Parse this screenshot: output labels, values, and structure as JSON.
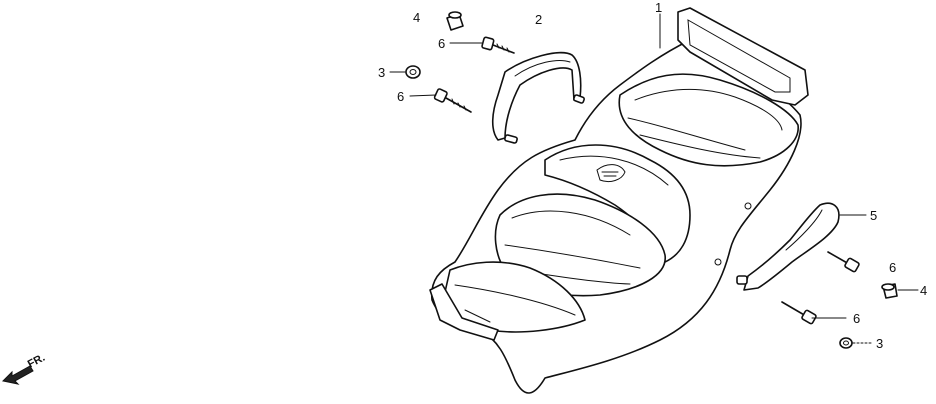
{
  "diagram": {
    "callouts": [
      {
        "id": "c1",
        "label": "1"
      },
      {
        "id": "c2",
        "label": "2"
      },
      {
        "id": "c3a",
        "label": "3"
      },
      {
        "id": "c4a",
        "label": "4"
      },
      {
        "id": "c5",
        "label": "5"
      },
      {
        "id": "c6a",
        "label": "6"
      },
      {
        "id": "c6b",
        "label": "6"
      },
      {
        "id": "c6c",
        "label": "6"
      },
      {
        "id": "c6d",
        "label": "6"
      },
      {
        "id": "c4b",
        "label": "4"
      },
      {
        "id": "c3b",
        "label": "3"
      }
    ],
    "direction_label": "FR."
  }
}
